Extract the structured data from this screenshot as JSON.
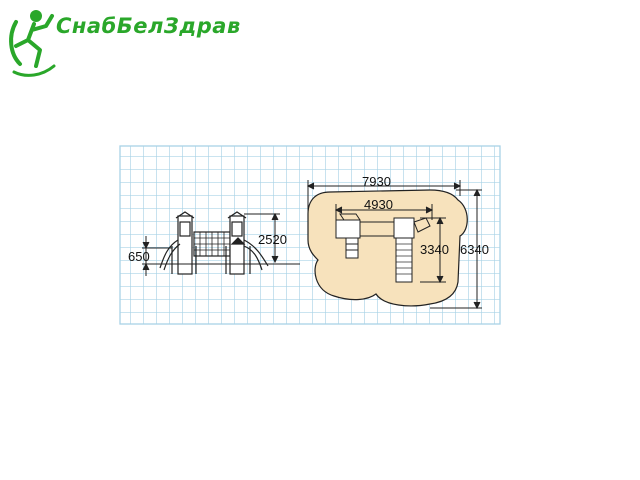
{
  "brand": {
    "name": "СнабБелЗдрав",
    "color": "#2aa72a"
  },
  "side_view": {
    "height_total": "2520",
    "platform_height": "650"
  },
  "plan_view": {
    "width_total": "7930",
    "width_inner": "4930",
    "depth_inner": "3340",
    "depth_total": "6340"
  },
  "colors": {
    "grid": "#a9d3e6",
    "zone_fill": "#f7e2bc",
    "line": "#222222"
  }
}
